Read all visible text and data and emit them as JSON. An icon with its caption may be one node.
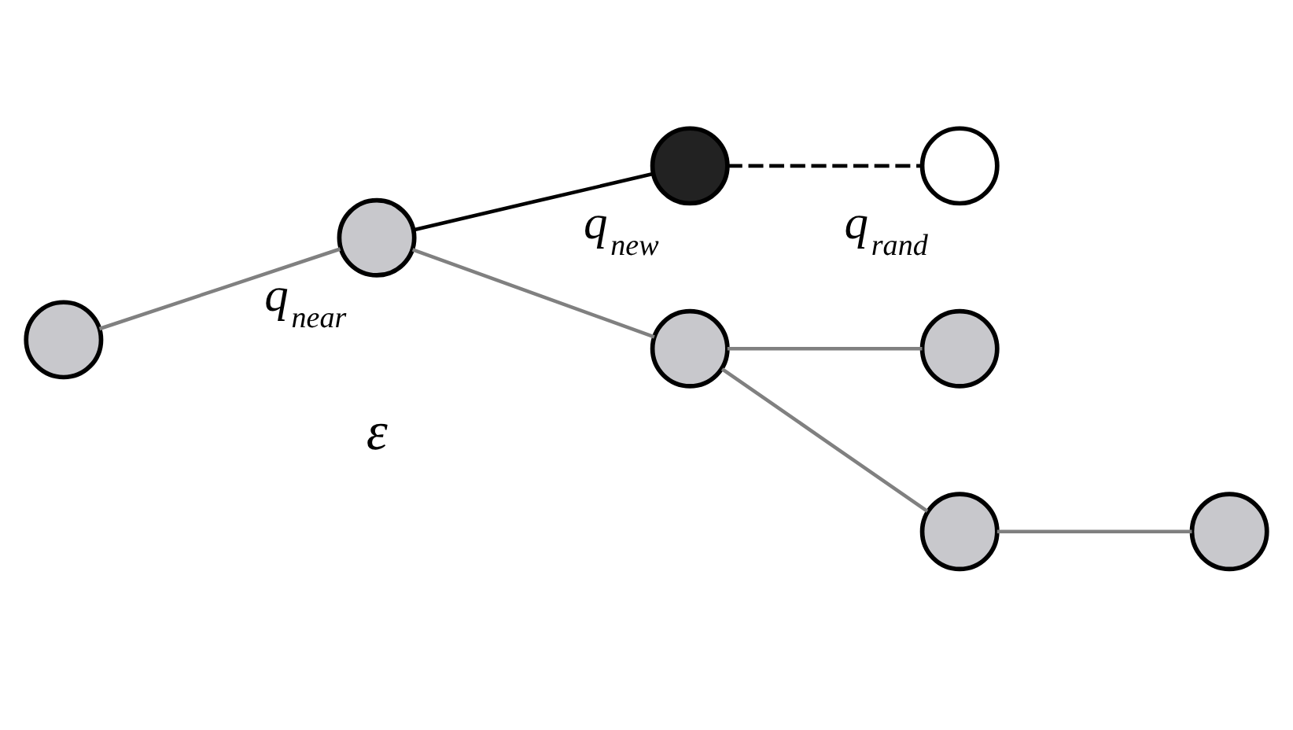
{
  "diagram": {
    "nodes": [
      {
        "text": [],
        "shape": "circle"
      },
      {
        "text": [],
        "shape": "circle",
        "beside": [
          "q$_{near}$"
        ]
      },
      {
        "text": [],
        "shape": "circle",
        "beside": [
          "q$_{new}$"
        ]
      },
      {
        "text": [],
        "shape": "circle",
        "beside": [
          "q$_{rand}$"
        ]
      },
      {
        "text": [],
        "shape": "circle"
      },
      {
        "text": [],
        "shape": "circle"
      },
      {
        "text": [],
        "shape": "circle"
      },
      {
        "text": [],
        "shape": "circle"
      }
    ],
    "edges": [
      {
        "from": 0,
        "to": 1,
        "arrow": "none"
      },
      {
        "from": 1,
        "to": 2,
        "arrow": "none",
        "color": "#000000"
      },
      {
        "from": 2,
        "to": 3,
        "arrow": "none",
        "style": "dashed",
        "color": "#000000"
      },
      {
        "from": 1,
        "to": 4,
        "arrow": "none"
      },
      {
        "from": 4,
        "to": 5,
        "arrow": "none"
      },
      {
        "from": 4,
        "to": 6,
        "arrow": "none"
      },
      {
        "from": 6,
        "to": 7,
        "arrow": "none"
      }
    ],
    "labels": [
      "ε"
    ]
  }
}
